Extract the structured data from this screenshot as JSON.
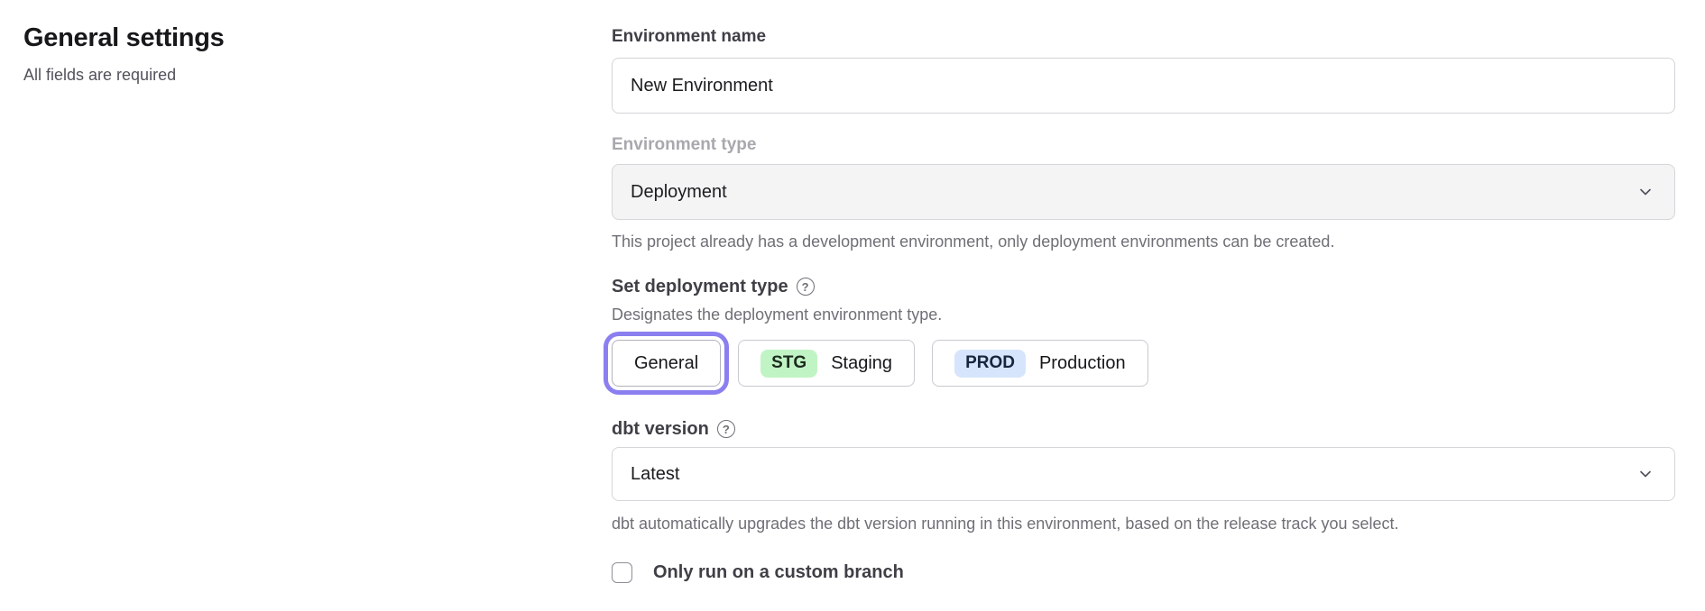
{
  "page": {
    "title": "General settings",
    "subtitle": "All fields are required"
  },
  "form": {
    "environment_name": {
      "label": "Environment name",
      "value": "New Environment"
    },
    "environment_type": {
      "label": "Environment type",
      "value": "Deployment",
      "helper": "This project already has a development environment, only deployment environments can be created.",
      "disabled": true
    },
    "deployment_type": {
      "label": "Set deployment type",
      "helper": "Designates the deployment environment type.",
      "options": [
        {
          "label": "General",
          "badge": "",
          "selected": true
        },
        {
          "label": "Staging",
          "badge": "STG",
          "badge_color": "#c1f4c5",
          "selected": false
        },
        {
          "label": "Production",
          "badge": "PROD",
          "badge_color": "#d6e5fb",
          "selected": false
        }
      ]
    },
    "dbt_version": {
      "label": "dbt version",
      "value": "Latest",
      "helper": "dbt automatically upgrades the dbt version running in this environment, based on the release track you select."
    },
    "custom_branch": {
      "label": "Only run on a custom branch",
      "checked": false
    }
  },
  "icons": {
    "help": "?",
    "chevron_down": "chevron-down"
  },
  "colors": {
    "accent_ring": "#8b7ff0",
    "stg_badge": "#c1f4c5",
    "prod_badge": "#d6e5fb",
    "disabled_bg": "#f4f4f5",
    "border": "#d4d4d8",
    "helper_text": "#6f6f76"
  }
}
